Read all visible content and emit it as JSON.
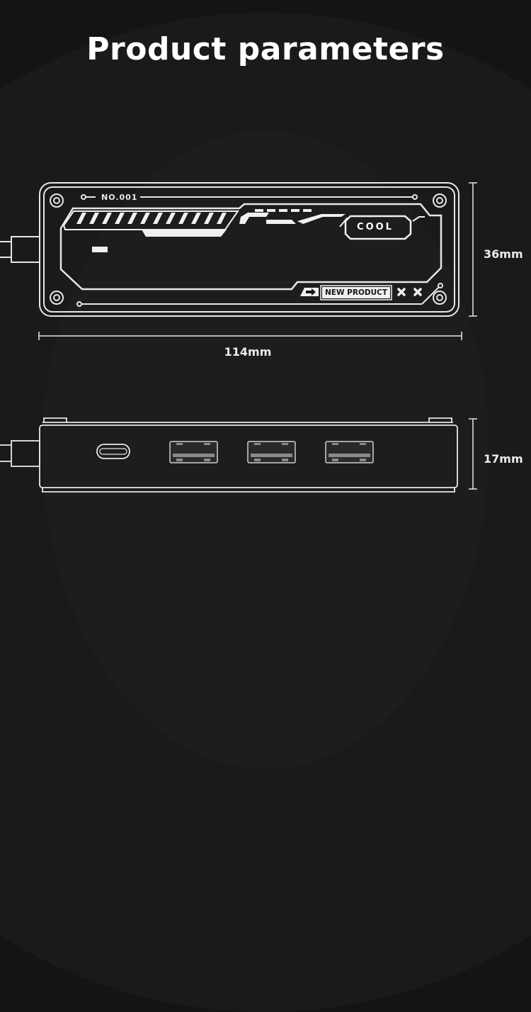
{
  "page": {
    "title": "Product parameters"
  },
  "top_view": {
    "serial_label": "NO.001",
    "badge_label": "COOL",
    "tag_label": "NEW PRODUCT",
    "tag_icons": [
      "arrow-right-icon",
      "x-icon",
      "x-icon"
    ]
  },
  "dimensions": {
    "width": "114mm",
    "height": "36mm",
    "thickness": "17mm"
  },
  "side_view": {
    "ports": [
      {
        "type": "USB-C",
        "icon": "usb-c-port-icon"
      },
      {
        "type": "USB-A",
        "icon": "usb-a-port-icon"
      },
      {
        "type": "USB-A",
        "icon": "usb-a-port-icon"
      },
      {
        "type": "USB-A",
        "icon": "usb-a-port-icon"
      }
    ]
  },
  "colors": {
    "background": "#141414",
    "line": "#e6e6e6",
    "text": "#ffffff"
  }
}
